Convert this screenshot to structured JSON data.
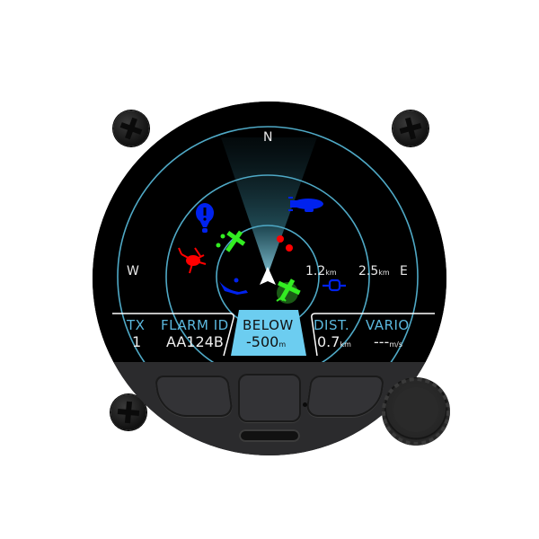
{
  "device": {
    "type": "FLARM traffic display",
    "colors": {
      "ring": "#4fa9c6",
      "header_text": "#5bb8de",
      "value_text": "#eeeeee",
      "highlight_bg": "#6ccdf0",
      "traffic_red": "#ff0000",
      "traffic_green": "#33ee22",
      "traffic_blue": "#0022ee",
      "bezel": "#2b2b2d",
      "screen_bg": "#000000"
    }
  },
  "radar": {
    "compass": {
      "north": "N",
      "west": "W",
      "east": "E"
    },
    "range_labels": [
      {
        "value": "1.2",
        "unit": "km"
      },
      {
        "value": "2.5",
        "unit": "km"
      }
    ],
    "own_ship_icon": "arrow-up-icon",
    "traffic": [
      {
        "icon": "hot-air-balloon-icon",
        "color": "blue"
      },
      {
        "icon": "airship-icon",
        "color": "blue"
      },
      {
        "icon": "drone-icon",
        "color": "red"
      },
      {
        "icon": "glider-icon",
        "color": "green"
      },
      {
        "icon": "obstacle-dots-icon",
        "color": "red"
      },
      {
        "icon": "skydiver-icon",
        "color": "blue"
      },
      {
        "icon": "selected-glider-icon",
        "color": "green"
      },
      {
        "icon": "static-object-icon",
        "color": "blue"
      }
    ]
  },
  "info_bar": {
    "tx": {
      "header": "TX",
      "value": "1"
    },
    "flarm_id": {
      "header": "FLARM ID",
      "value": "AA124B"
    },
    "below": {
      "header": "BELOW",
      "value": "-500",
      "unit": "m"
    },
    "dist": {
      "header": "DIST.",
      "value": "0.7",
      "unit": "km"
    },
    "vario": {
      "header": "VARIO",
      "value": "---",
      "unit": "m/s"
    }
  },
  "controls": {
    "buttons": [
      "left-button",
      "center-button",
      "right-button"
    ],
    "knob": "rotary-knob"
  }
}
